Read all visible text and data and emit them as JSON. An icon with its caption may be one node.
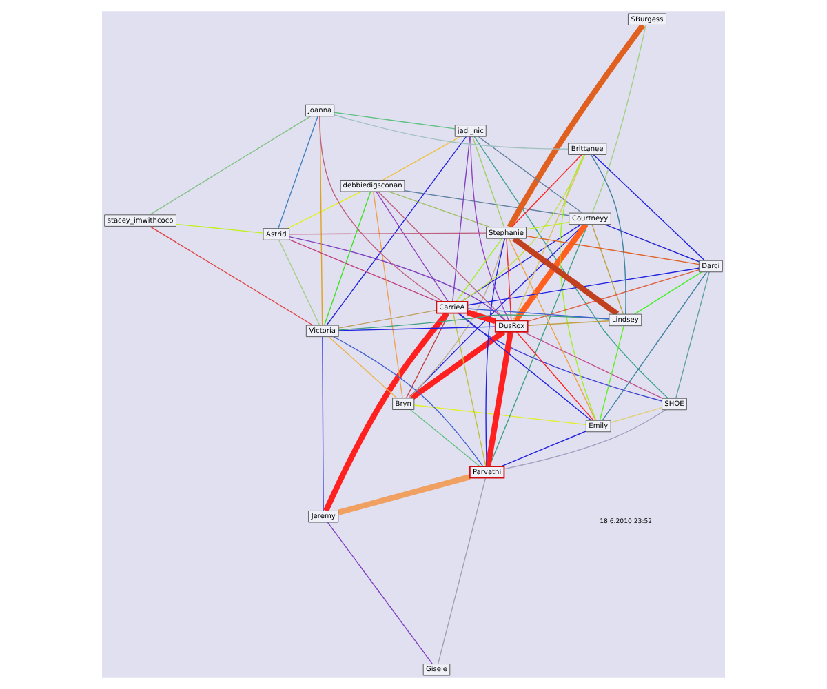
{
  "diagram": {
    "nodes": [
      {
        "text": [
          "Gisele"
        ]
      },
      {
        "text": [
          "SHOE"
        ]
      },
      {
        "text": [
          "Jeremy"
        ]
      },
      {
        "text": [
          "Bryn"
        ]
      },
      {
        "text": [
          "debbiedigsconan"
        ]
      },
      {
        "text": [
          "SBurgess"
        ]
      },
      {
        "text": [
          "Courtneyy"
        ]
      },
      {
        "text": [
          "Parvathi"
        ]
      },
      {
        "text": [
          "Emily"
        ]
      },
      {
        "text": [
          "DusRox"
        ]
      },
      {
        "text": [
          "Victoria"
        ]
      },
      {
        "text": [
          "Astrid"
        ]
      },
      {
        "text": [
          "CarrieA"
        ]
      },
      {
        "text": [
          "Stephanie"
        ]
      },
      {
        "text": [
          "jadi_nic"
        ]
      },
      {
        "text": [
          "Lindsey"
        ]
      },
      {
        "text": [
          "Brittanee"
        ]
      },
      {
        "text": [
          "Darci"
        ]
      },
      {
        "text": [
          "stacey_imwithcoco"
        ]
      },
      {
        "text": [
          "Joanna"
        ]
      }
    ],
    "edges": [
      {
        "from": 0,
        "to": 2,
        "arrow": "none",
        "color": "#8040c0"
      },
      {
        "from": 0,
        "to": 7,
        "arrow": "none",
        "color": "#a0a0b0"
      },
      {
        "from": 2,
        "to": 7,
        "arrow": "none",
        "style": "thick",
        "color": "#f0a060"
      },
      {
        "from": 2,
        "to": 12,
        "arrow": "none",
        "style": "thick",
        "color": "#ff2020"
      },
      {
        "from": 2,
        "to": 10,
        "arrow": "none",
        "color": "#4040e0"
      },
      {
        "from": 1,
        "to": 7,
        "arrow": "none",
        "color": "#a0a0c0"
      },
      {
        "from": 1,
        "to": 9,
        "arrow": "none",
        "color": "#c05090"
      },
      {
        "from": 1,
        "to": 17,
        "arrow": "none",
        "color": "#60a0a0"
      },
      {
        "from": 1,
        "to": 12,
        "arrow": "none",
        "color": "#4040d0"
      },
      {
        "from": 1,
        "to": 14,
        "arrow": "none",
        "color": "#40a090"
      },
      {
        "from": 1,
        "to": 8,
        "arrow": "none",
        "color": "#e0d080"
      },
      {
        "from": 3,
        "to": 4,
        "arrow": "none",
        "color": "#f0a050"
      },
      {
        "from": 3,
        "to": 9,
        "arrow": "none",
        "style": "thick",
        "color": "#ff2020"
      },
      {
        "from": 3,
        "to": 8,
        "arrow": "none",
        "color": "#e0f020"
      },
      {
        "from": 3,
        "to": 7,
        "arrow": "none",
        "color": "#60c080"
      },
      {
        "from": 3,
        "to": 6,
        "arrow": "none",
        "color": "#2020e0"
      },
      {
        "from": 3,
        "to": 12,
        "arrow": "none",
        "color": "#c04040"
      },
      {
        "from": 3,
        "to": 13,
        "arrow": "none",
        "color": "#c0b090"
      },
      {
        "from": 3,
        "to": 10,
        "arrow": "none",
        "color": "#f0b040"
      },
      {
        "from": 4,
        "to": 6,
        "arrow": "none",
        "color": "#6080a0"
      },
      {
        "from": 4,
        "to": 9,
        "arrow": "none",
        "color": "#c06080"
      },
      {
        "from": 4,
        "to": 12,
        "arrow": "none",
        "color": "#9040c0"
      },
      {
        "from": 4,
        "to": 10,
        "arrow": "none",
        "color": "#40e020"
      },
      {
        "from": 4,
        "to": 14,
        "arrow": "none",
        "color": "#f0c040"
      },
      {
        "from": 4,
        "to": 11,
        "arrow": "none",
        "color": "#e0f020"
      },
      {
        "from": 4,
        "to": 13,
        "arrow": "none",
        "color": "#a0c060"
      },
      {
        "from": 5,
        "to": 13,
        "arrow": "none",
        "style": "thick",
        "color": "#e06020"
      },
      {
        "from": 5,
        "to": 6,
        "arrow": "none",
        "color": "#a0d080"
      },
      {
        "from": 6,
        "to": 7,
        "arrow": "none",
        "color": "#40a080"
      },
      {
        "from": 6,
        "to": 9,
        "arrow": "none",
        "style": "thick",
        "color": "#ff6020"
      },
      {
        "from": 6,
        "to": 12,
        "arrow": "none",
        "color": "#2020e0"
      },
      {
        "from": 6,
        "to": 13,
        "arrow": "none",
        "color": "#c0f020"
      },
      {
        "from": 6,
        "to": 17,
        "arrow": "none",
        "color": "#2020d0"
      },
      {
        "from": 6,
        "to": 15,
        "arrow": "none",
        "color": "#c0a040"
      },
      {
        "from": 6,
        "to": 14,
        "arrow": "none",
        "color": "#6080a0"
      },
      {
        "from": 7,
        "to": 9,
        "arrow": "none",
        "style": "thick",
        "color": "#ff2020"
      },
      {
        "from": 7,
        "to": 8,
        "arrow": "none",
        "color": "#2020e0"
      },
      {
        "from": 7,
        "to": 12,
        "arrow": "none",
        "color": "#c0c040"
      },
      {
        "from": 7,
        "to": 10,
        "arrow": "none",
        "color": "#4060d0"
      },
      {
        "from": 7,
        "to": 13,
        "arrow": "none",
        "color": "#2020e0"
      },
      {
        "from": 8,
        "to": 9,
        "arrow": "none",
        "color": "#ff2020"
      },
      {
        "from": 8,
        "to": 15,
        "arrow": "none",
        "color": "#60f020"
      },
      {
        "from": 8,
        "to": 16,
        "arrow": "none",
        "color": "#a0f020"
      },
      {
        "from": 8,
        "to": 13,
        "arrow": "none",
        "color": "#f0a040"
      },
      {
        "from": 8,
        "to": 12,
        "arrow": "none",
        "color": "#2020e0"
      },
      {
        "from": 8,
        "to": 17,
        "arrow": "none",
        "color": "#4080a0"
      },
      {
        "from": 9,
        "to": 12,
        "arrow": "none",
        "style": "thick",
        "color": "#ff2020"
      },
      {
        "from": 9,
        "to": 13,
        "arrow": "none",
        "color": "#ff2020"
      },
      {
        "from": 9,
        "to": 10,
        "arrow": "none",
        "color": "#2020e0"
      },
      {
        "from": 9,
        "to": 11,
        "arrow": "none",
        "color": "#8040c0"
      },
      {
        "from": 9,
        "to": 15,
        "arrow": "none",
        "color": "#c0a040"
      },
      {
        "from": 9,
        "to": 16,
        "arrow": "none",
        "color": "#e0c060"
      },
      {
        "from": 9,
        "to": 17,
        "arrow": "none",
        "color": "#e06040"
      },
      {
        "from": 9,
        "to": 14,
        "arrow": "none",
        "color": "#9040c0"
      },
      {
        "from": 10,
        "to": 12,
        "arrow": "none",
        "color": "#c0a060"
      },
      {
        "from": 10,
        "to": 14,
        "arrow": "none",
        "color": "#2020e0"
      },
      {
        "from": 10,
        "to": 11,
        "arrow": "none",
        "color": "#a0d080"
      },
      {
        "from": 10,
        "to": 18,
        "arrow": "none",
        "color": "#e04040"
      },
      {
        "from": 10,
        "to": 19,
        "arrow": "none",
        "color": "#e0a020"
      },
      {
        "from": 10,
        "to": 15,
        "arrow": "none",
        "color": "#40a080"
      },
      {
        "from": 11,
        "to": 12,
        "arrow": "none",
        "color": "#c04080"
      },
      {
        "from": 11,
        "to": 18,
        "arrow": "none",
        "color": "#c0f020"
      },
      {
        "from": 11,
        "to": 19,
        "arrow": "none",
        "color": "#4080c0"
      },
      {
        "from": 11,
        "to": 13,
        "arrow": "none",
        "color": "#c06080"
      },
      {
        "from": 12,
        "to": 13,
        "arrow": "none",
        "color": "#a0f020"
      },
      {
        "from": 12,
        "to": 14,
        "arrow": "none",
        "color": "#8040c0"
      },
      {
        "from": 12,
        "to": 17,
        "arrow": "none",
        "color": "#2020e0"
      },
      {
        "from": 12,
        "to": 16,
        "arrow": "none",
        "color": "#c0e040"
      },
      {
        "from": 12,
        "to": 19,
        "arrow": "none",
        "color": "#c06080"
      },
      {
        "from": 12,
        "to": 15,
        "arrow": "none",
        "color": "#4060d0"
      },
      {
        "from": 13,
        "to": 15,
        "arrow": "none",
        "style": "thick",
        "color": "#c04020"
      },
      {
        "from": 13,
        "to": 16,
        "arrow": "none",
        "color": "#ff2020"
      },
      {
        "from": 13,
        "to": 17,
        "arrow": "none",
        "color": "#e06020"
      },
      {
        "from": 13,
        "to": 14,
        "arrow": "none",
        "color": "#a0d060"
      },
      {
        "from": 15,
        "to": 16,
        "arrow": "none",
        "color": "#4080a0"
      },
      {
        "from": 15,
        "to": 17,
        "arrow": "none",
        "color": "#40f020"
      },
      {
        "from": 16,
        "to": 19,
        "arrow": "none",
        "color": "#a0c0c0"
      },
      {
        "from": 16,
        "to": 17,
        "arrow": "none",
        "color": "#2020e0"
      },
      {
        "from": 14,
        "to": 19,
        "arrow": "none",
        "color": "#60c080"
      },
      {
        "from": 19,
        "to": 18,
        "arrow": "none",
        "color": "#80c080"
      }
    ],
    "labels": [
      "18.6.2010 23:52"
    ]
  }
}
